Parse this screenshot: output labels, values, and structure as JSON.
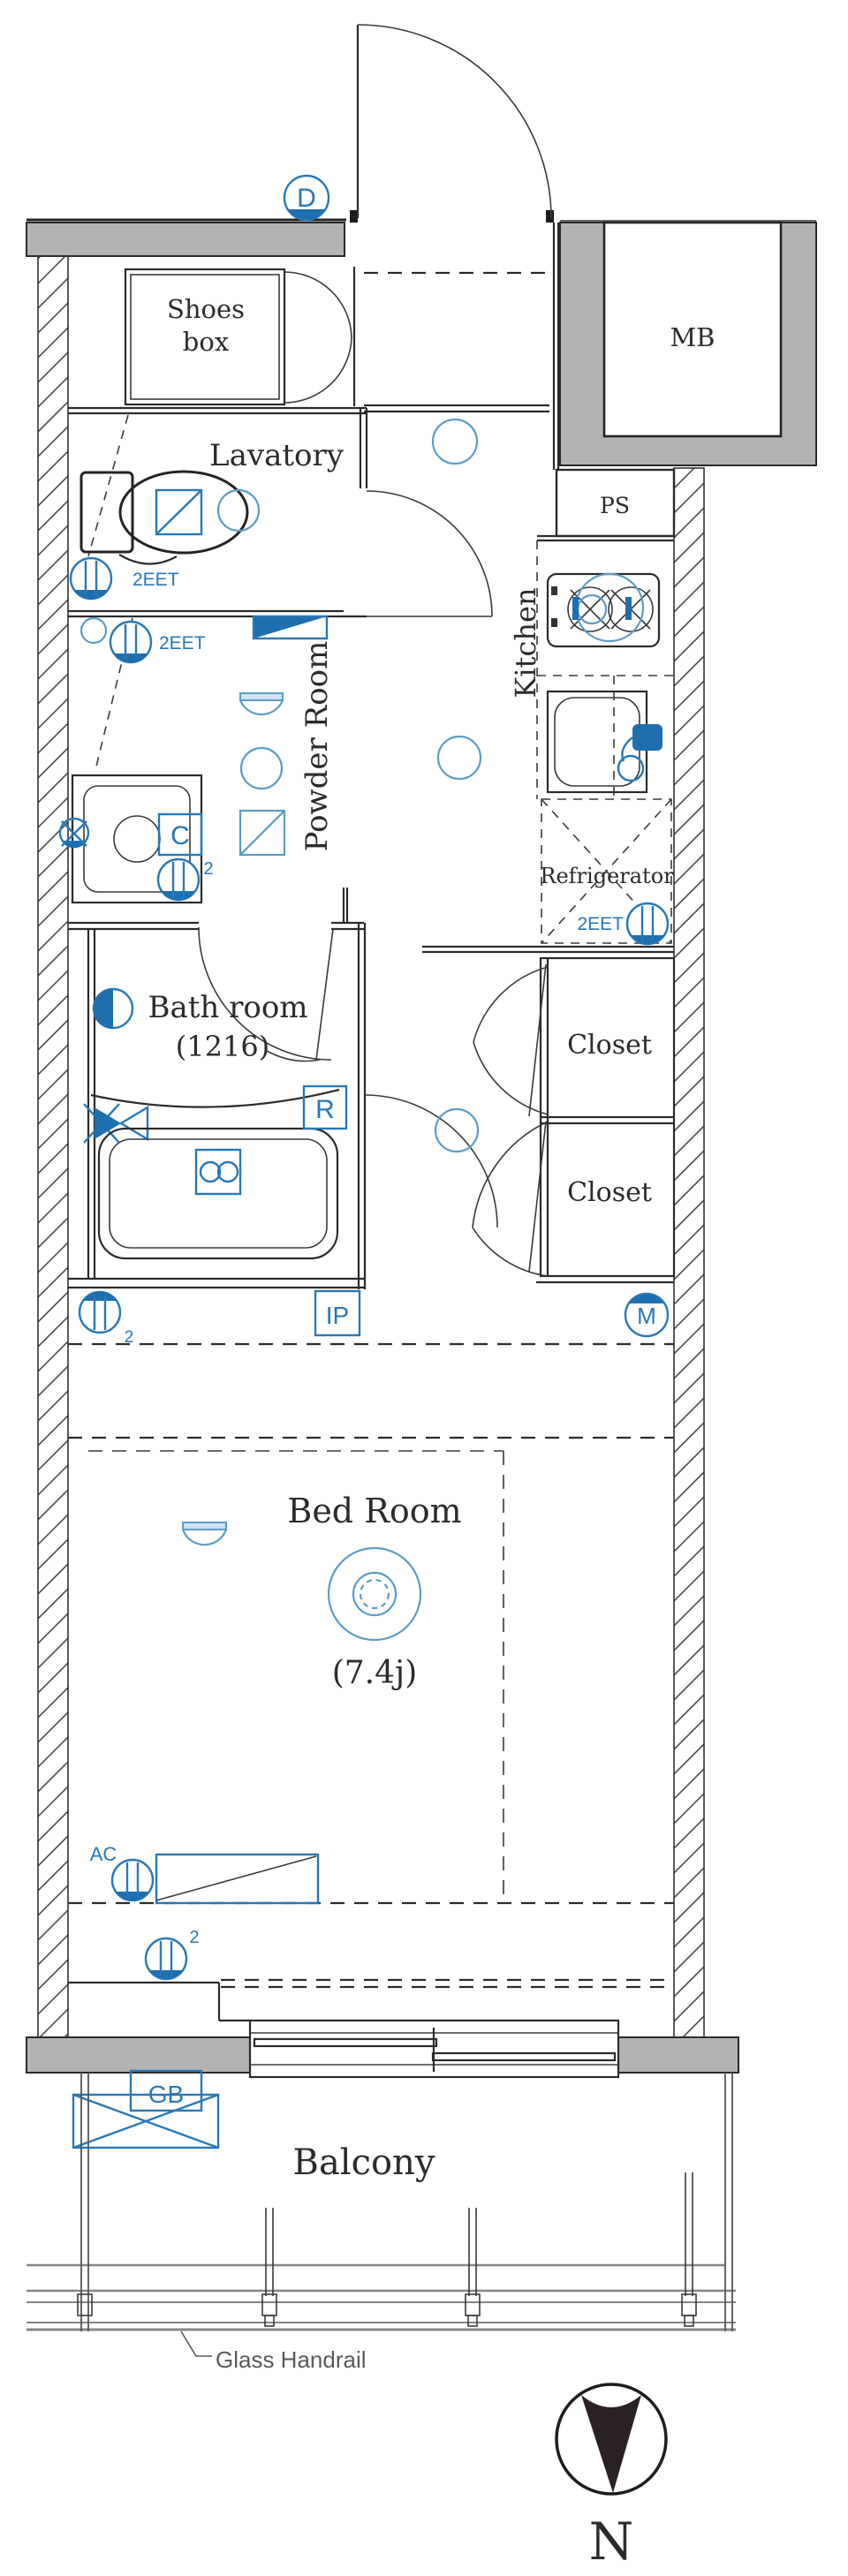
{
  "colors": {
    "wall_gray": "#b5b3b1",
    "line_dark": "#2b2b2b",
    "symbol_blue": "#2878b8",
    "symbol_blue_fill": "#1e6fae",
    "fixture_blue": "#5b9cc6",
    "rail_gray": "#858585",
    "note_gray": "#5a5a5a"
  },
  "rooms": {
    "shoes_box": {
      "line1": "Shoes",
      "line2": "box"
    },
    "lavatory": {
      "label": "Lavatory"
    },
    "powder_room": {
      "label": "Powder Room"
    },
    "kitchen": {
      "label": "Kitchen"
    },
    "bath_room": {
      "label": "Bath room",
      "size": "(1216)"
    },
    "closet_upper": {
      "label": "Closet"
    },
    "closet_lower": {
      "label": "Closet"
    },
    "bed_room": {
      "label": "Bed Room",
      "size": "(7.4j)"
    },
    "refrigerator": {
      "label": "Refrigerator"
    },
    "balcony": {
      "label": "Balcony"
    },
    "meter_box": {
      "label": "MB"
    },
    "pipe_space": {
      "label": "PS"
    }
  },
  "badges": {
    "entrance_door": "D",
    "cold_water": "C",
    "remocon": "R",
    "interphone": "IP",
    "meter": "M",
    "gas_box": "GB",
    "air_conditioner": "AC",
    "compass_north": "N"
  },
  "outlets": {
    "lavatory_2eet": "2EET",
    "powder_2eet": "2EET",
    "kitchen_2eet": "2EET",
    "powder_double": "2",
    "bedroom_double": "2",
    "bath_double": "2"
  },
  "annotations": {
    "glass_handrail": "Glass Handrail"
  }
}
